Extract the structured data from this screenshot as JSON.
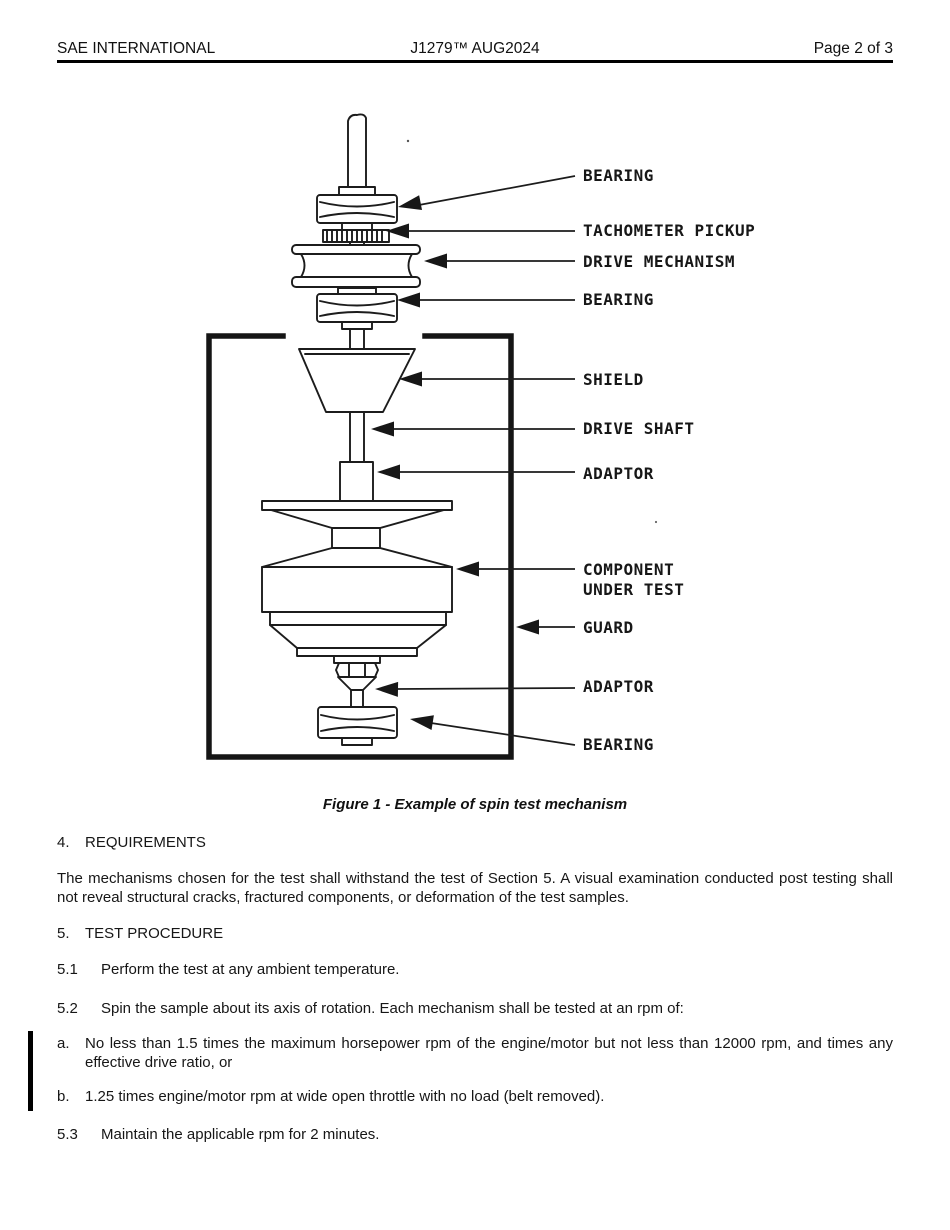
{
  "header": {
    "left": "SAE INTERNATIONAL",
    "center": "J1279™ AUG2024",
    "right": "Page 2 of 3"
  },
  "figure": {
    "caption": "Figure 1 - Example of spin test mechanism",
    "labels": [
      "BEARING",
      "TACHOMETER PICKUP",
      "DRIVE MECHANISM",
      "BEARING",
      "SHIELD",
      "DRIVE SHAFT",
      "ADAPTOR",
      "COMPONENT",
      "UNDER TEST",
      "GUARD",
      "ADAPTOR",
      "BEARING"
    ]
  },
  "sections": {
    "requirements": {
      "number": "4.",
      "title": "REQUIREMENTS",
      "body": "The mechanisms chosen for the test shall withstand the test of Section 5. A visual examination conducted post testing shall not reveal structural cracks, fractured components, or deformation of the test samples."
    },
    "test_procedure": {
      "number": "5.",
      "title": "TEST PROCEDURE"
    }
  },
  "procedure_items": [
    {
      "number": "5.1",
      "text": "Perform the test at any ambient temperature."
    },
    {
      "number": "5.2",
      "text": "Spin the sample about its axis of rotation. Each mechanism shall be tested at an rpm of:"
    },
    {
      "number": "a.",
      "text": "No less than 1.5 times the maximum horsepower rpm of the engine/motor but not less than 12000 rpm, and times any effective drive ratio, or",
      "changed": true
    },
    {
      "number": "b.",
      "text": "1.25 times engine/motor rpm at wide open throttle with no load (belt removed)."
    },
    {
      "number": "5.3",
      "text": "Maintain the applicable rpm for 2 minutes."
    }
  ],
  "colors": {
    "ink": "#1c1c1c",
    "background": "#ffffff"
  }
}
